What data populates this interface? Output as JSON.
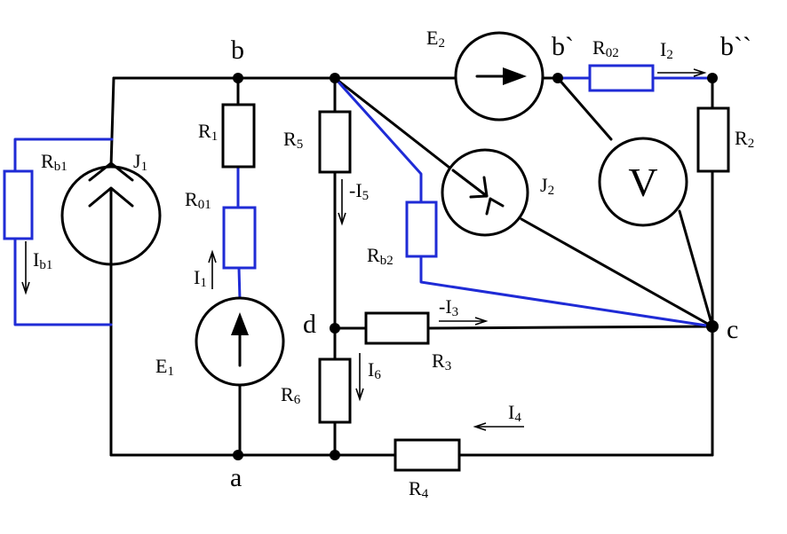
{
  "nodes": {
    "a": "a",
    "b": "b",
    "b1": "b`",
    "b2": "b``",
    "c": "c",
    "d": "d"
  },
  "components": {
    "Rb1": [
      "R",
      "b1"
    ],
    "J1": [
      "J",
      "1"
    ],
    "Ib1": [
      "I",
      "b1"
    ],
    "R1": [
      "R",
      "1"
    ],
    "R01": [
      "R",
      "01"
    ],
    "I1": [
      "I",
      "1"
    ],
    "E1": [
      "E",
      "1"
    ],
    "R5": [
      "R",
      "5"
    ],
    "I5": [
      "-I",
      "5"
    ],
    "Rb2": [
      "R",
      "b2"
    ],
    "J2": [
      "J",
      "2"
    ],
    "E2": [
      "E",
      "2"
    ],
    "R02": [
      "R",
      "02"
    ],
    "I2": [
      "I",
      "2"
    ],
    "R2": [
      "R",
      "2"
    ],
    "V": "V",
    "I3": [
      "-I",
      "3"
    ],
    "R3": [
      "R",
      "3"
    ],
    "I6": [
      "I",
      "6"
    ],
    "R6": [
      "R",
      "6"
    ],
    "I4": [
      "I",
      "4"
    ],
    "R4": [
      "R",
      "4"
    ]
  },
  "colors": {
    "wire": "#000000",
    "branch_highlight": "#1f2bd6"
  }
}
